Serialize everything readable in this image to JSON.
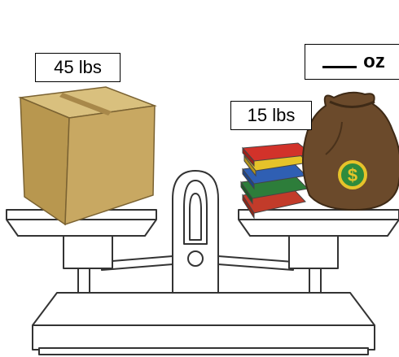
{
  "labels": {
    "box_weight": "45 lbs",
    "books_weight": "15 lbs",
    "bag_unit": "oz"
  },
  "icons": [
    "cardboard-box-icon",
    "book-stack-icon",
    "money-bag-icon",
    "balance-scale-icon"
  ],
  "colors": {
    "box": "#c8a862",
    "bag": "#6b4a2b",
    "coin": "#2e8b3d"
  }
}
